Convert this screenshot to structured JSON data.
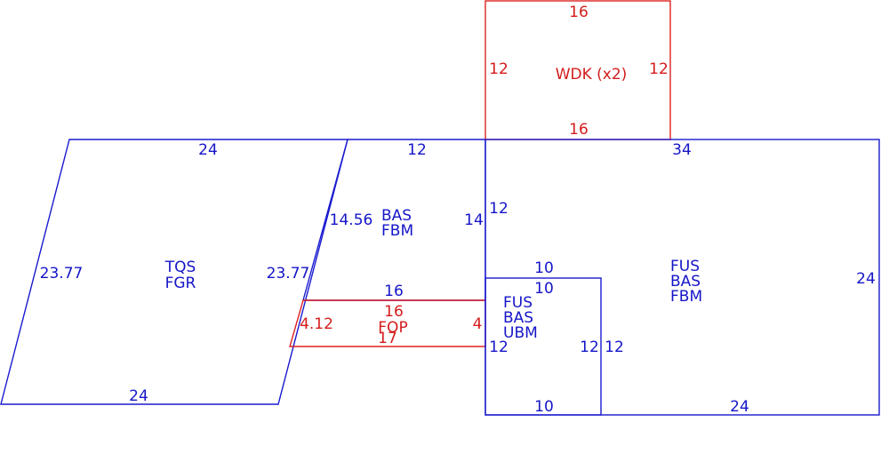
{
  "colors": {
    "blue": "#1515c8",
    "red": "#d41c1c"
  },
  "tqs": {
    "top": "24",
    "bottom": "24",
    "left": "23.77",
    "right": "23.77",
    "name1": "TQS",
    "name2": "FGR"
  },
  "bas_fbm": {
    "top": "12",
    "left": "14.56",
    "right": "14",
    "bottom": "16",
    "name1": "BAS",
    "name2": "FBM"
  },
  "fop": {
    "top": "16",
    "bottom": "17",
    "left": "4.12",
    "right": "4",
    "name": "FOP"
  },
  "wdk": {
    "top": "16",
    "bottom": "16",
    "left": "12",
    "right": "12",
    "name": "WDK (x2)"
  },
  "fus_big": {
    "top": "34",
    "right": "24",
    "bottom": "24",
    "left_upper": "12",
    "inner_top": "10",
    "inner_right": "12",
    "name1": "FUS",
    "name2": "BAS",
    "name3": "FBM"
  },
  "fus_ubm": {
    "top": "10",
    "left": "12",
    "right": "12",
    "bottom": "10",
    "name1": "FUS",
    "name2": "BAS",
    "name3": "UBM"
  }
}
